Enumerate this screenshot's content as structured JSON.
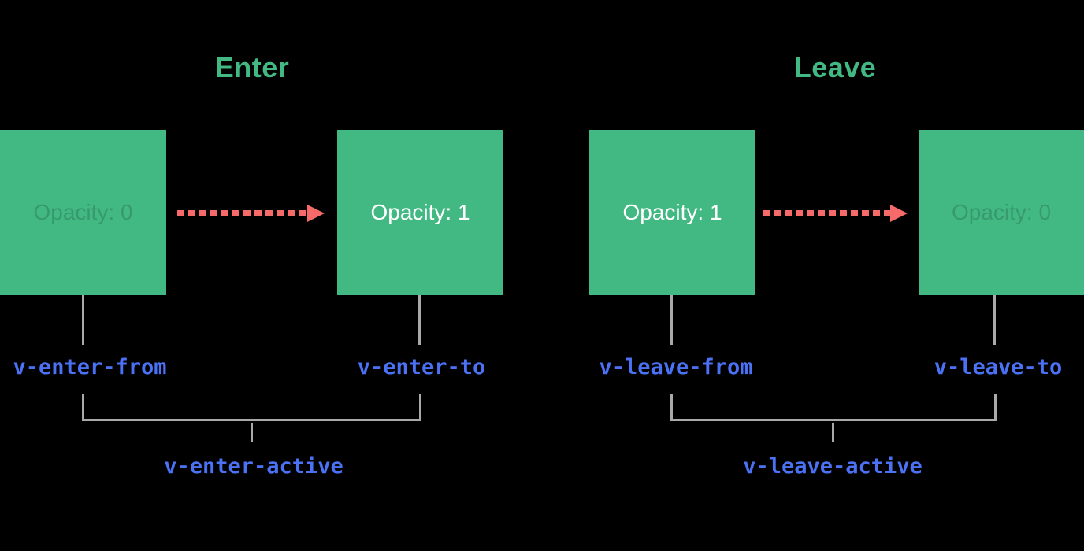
{
  "colors": {
    "background": "#000000",
    "green": "#42b883",
    "red": "#f66a6a",
    "blue": "#4b71f5",
    "gray_line": "#a9a9a9",
    "white_text": "#ffffff"
  },
  "enter": {
    "title": "Enter",
    "from_box_text": "Opacity: 0",
    "to_box_text": "Opacity: 1",
    "from_label": "v-enter-from",
    "to_label": "v-enter-to",
    "active_label": "v-enter-active"
  },
  "leave": {
    "title": "Leave",
    "from_box_text": "Opacity: 1",
    "to_box_text": "Opacity: 0",
    "from_label": "v-leave-from",
    "to_label": "v-leave-to",
    "active_label": "v-leave-active"
  }
}
